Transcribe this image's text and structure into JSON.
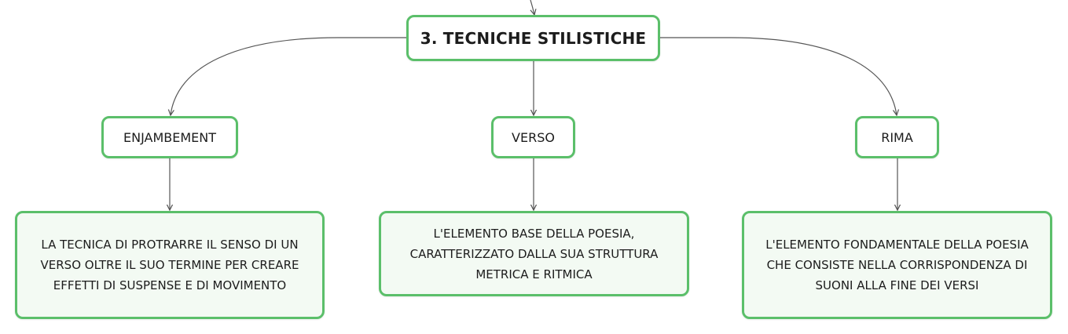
{
  "colors": {
    "node_border": "#5bbf6a",
    "detail_fill": "#f3faf3",
    "connector": "#555555"
  },
  "root": {
    "label": "3. TECNICHE STILISTICHE"
  },
  "topics": [
    {
      "label": "ENJAMBEMENT",
      "description_lines": [
        "LA TECNICA DI PROTRARRE IL SENSO DI UN",
        "VERSO OLTRE IL SUO TERMINE PER CREARE",
        "EFFETTI DI SUSPENSE E DI MOVIMENTO"
      ]
    },
    {
      "label": "VERSO",
      "description_lines": [
        "L'ELEMENTO BASE DELLA POESIA,",
        "CARATTERIZZATO DALLA SUA STRUTTURA",
        "METRICA E RITMICA"
      ]
    },
    {
      "label": "RIMA",
      "description_lines": [
        "L'ELEMENTO FONDAMENTALE DELLA POESIA",
        "CHE CONSISTE NELLA CORRISPONDENZA DI",
        "SUONI ALLA FINE DEI VERSI"
      ]
    }
  ]
}
